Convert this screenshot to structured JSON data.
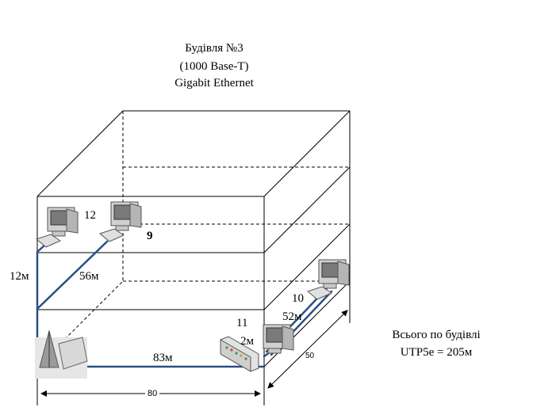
{
  "title": {
    "line1": "Будівля №3",
    "line2": "(1000 Base-T)",
    "line3": "Gigabit Ethernet"
  },
  "nodes": {
    "pc_12": {
      "label": "12"
    },
    "pc_9": {
      "label": "9"
    },
    "pc_10": {
      "label": "10"
    },
    "pc_11": {
      "label": "11"
    },
    "switch": {
      "label": ""
    },
    "antenna": {
      "label": ""
    }
  },
  "cables": {
    "vertical_12m": "12м",
    "diag_56m": "56м",
    "floor_83m": "83м",
    "diag_52m": "52м",
    "short_2m": "2м"
  },
  "dimensions": {
    "width": "80",
    "depth": "50"
  },
  "total": {
    "line1": "Всього по будівлі",
    "line2": "UTP5e = 205м"
  },
  "colors": {
    "cable": "#2a4f86",
    "lines": "#000000",
    "device_body": "#d8d8d8"
  }
}
